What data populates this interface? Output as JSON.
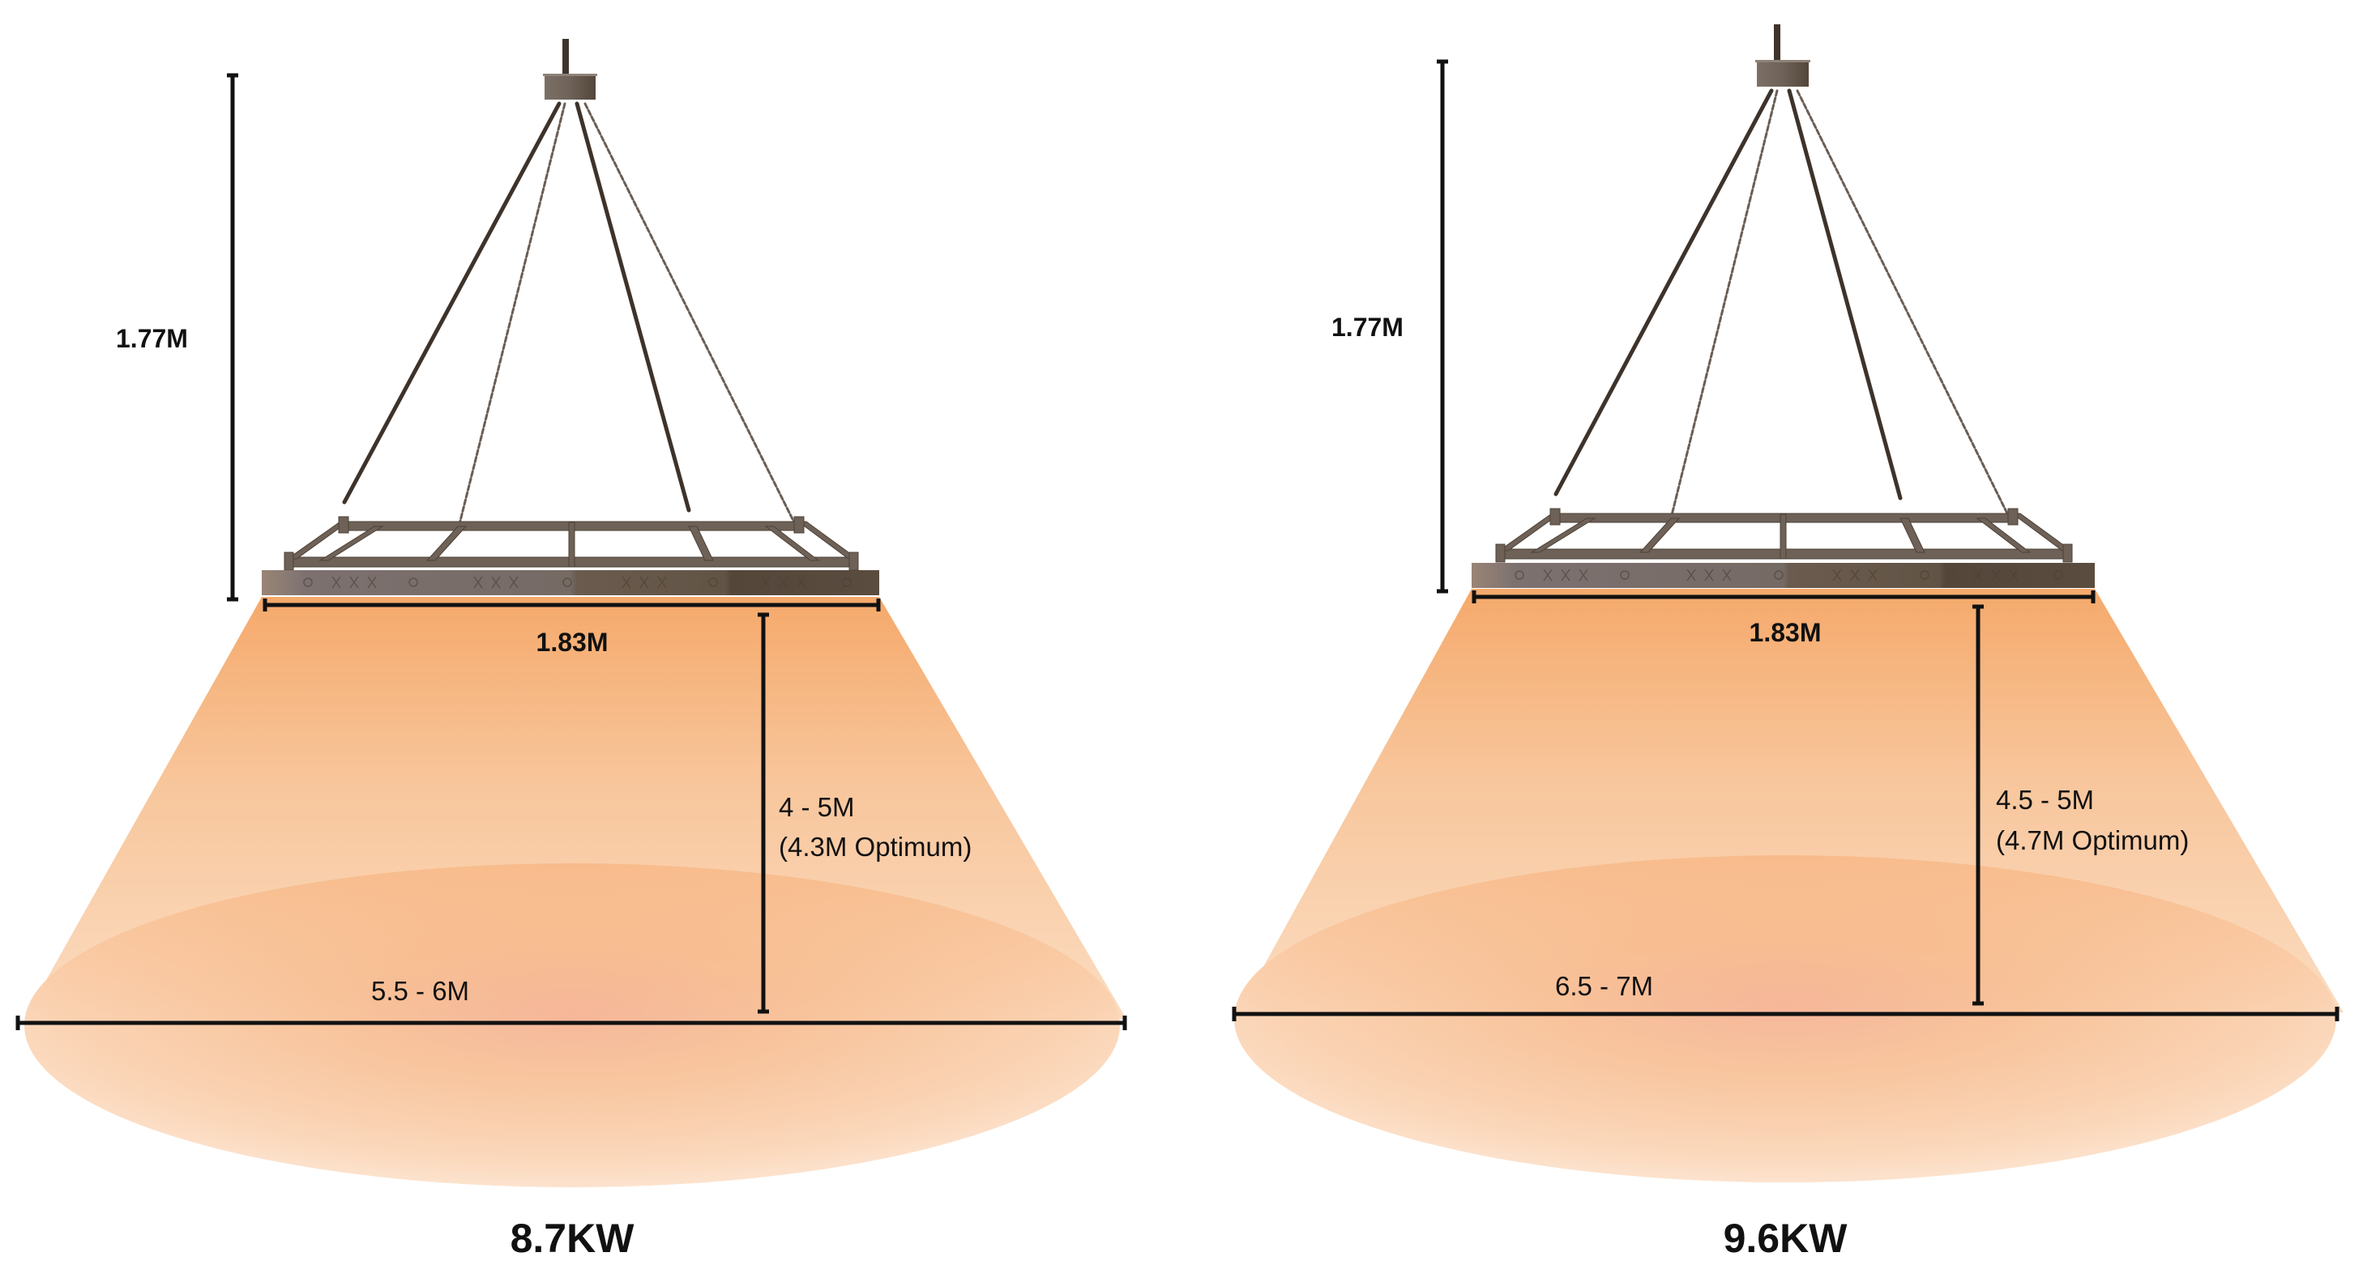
{
  "colors": {
    "cone_top": "#f5a96b",
    "cone_mid": "#f8c69c",
    "cone_bottom": "#fbdcc0",
    "ellipse_top": "#f7b27c",
    "ellipse_hot": "#f5b8a0",
    "ellipse_edge": "#fde8d6",
    "metal_dark": "#4e4236",
    "metal_mid": "#6f655e",
    "metal_light": "#8a7a6c",
    "dimension_line": "#111111"
  },
  "units": [
    {
      "power": "8.7KW",
      "suspension_height": "1.77M",
      "heater_width": "1.83M",
      "mounting_height": "4 - 5M",
      "mounting_optimum": "(4.3M Optimum)",
      "coverage_diameter": "5.5 - 6M"
    },
    {
      "power": "9.6KW",
      "suspension_height": "1.77M",
      "heater_width": "1.83M",
      "mounting_height": "4.5 - 5M",
      "mounting_optimum": "(4.7M Optimum)",
      "coverage_diameter": "6.5 - 7M"
    }
  ]
}
